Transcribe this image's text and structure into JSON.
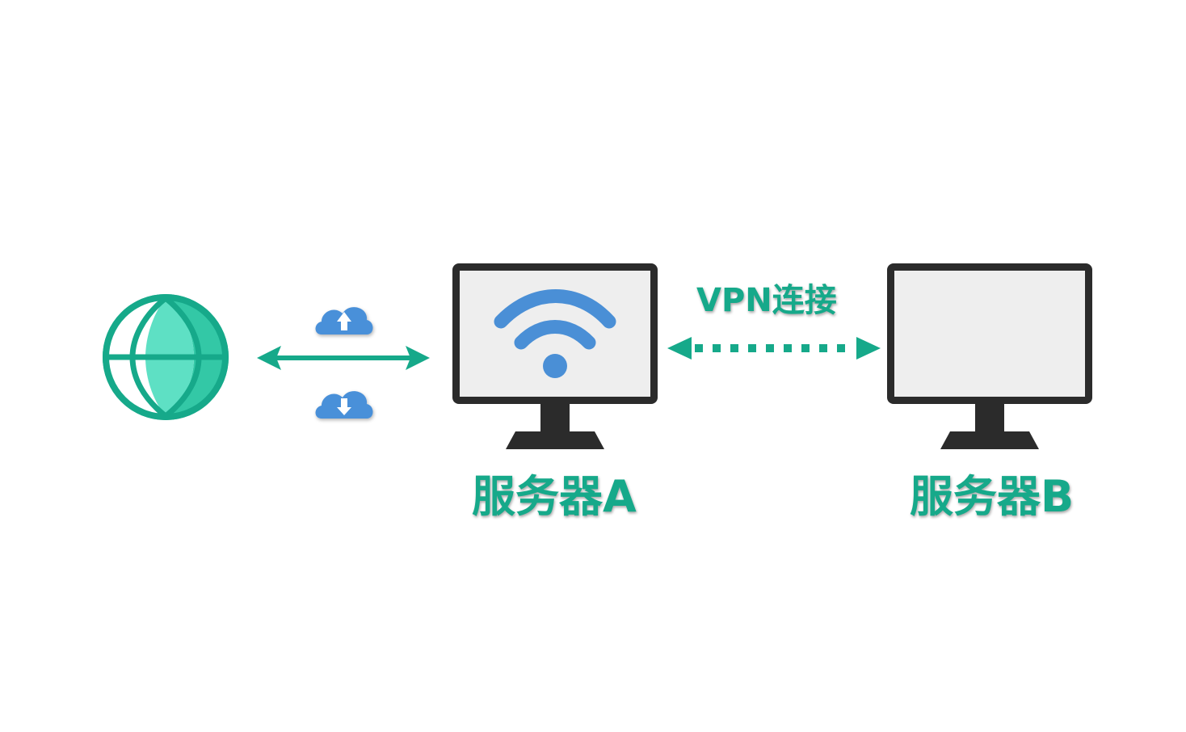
{
  "nodes": {
    "server_a": {
      "label": "服务器A"
    },
    "server_b": {
      "label": "服务器B"
    }
  },
  "connections": {
    "vpn": {
      "label": "VPN连接"
    }
  },
  "colors": {
    "accent_green": "#16a98a",
    "globe_light": "#5ee0c4",
    "globe_mid": "#33c8a6",
    "cloud_blue": "#4a90d9",
    "wifi_blue": "#4a8fd6",
    "monitor_frame": "#2b2b2b",
    "screen_fill": "#eeeeee"
  },
  "icons": [
    "globe-icon",
    "cloud-upload-icon",
    "cloud-download-icon",
    "wifi-icon",
    "monitor-icon"
  ]
}
